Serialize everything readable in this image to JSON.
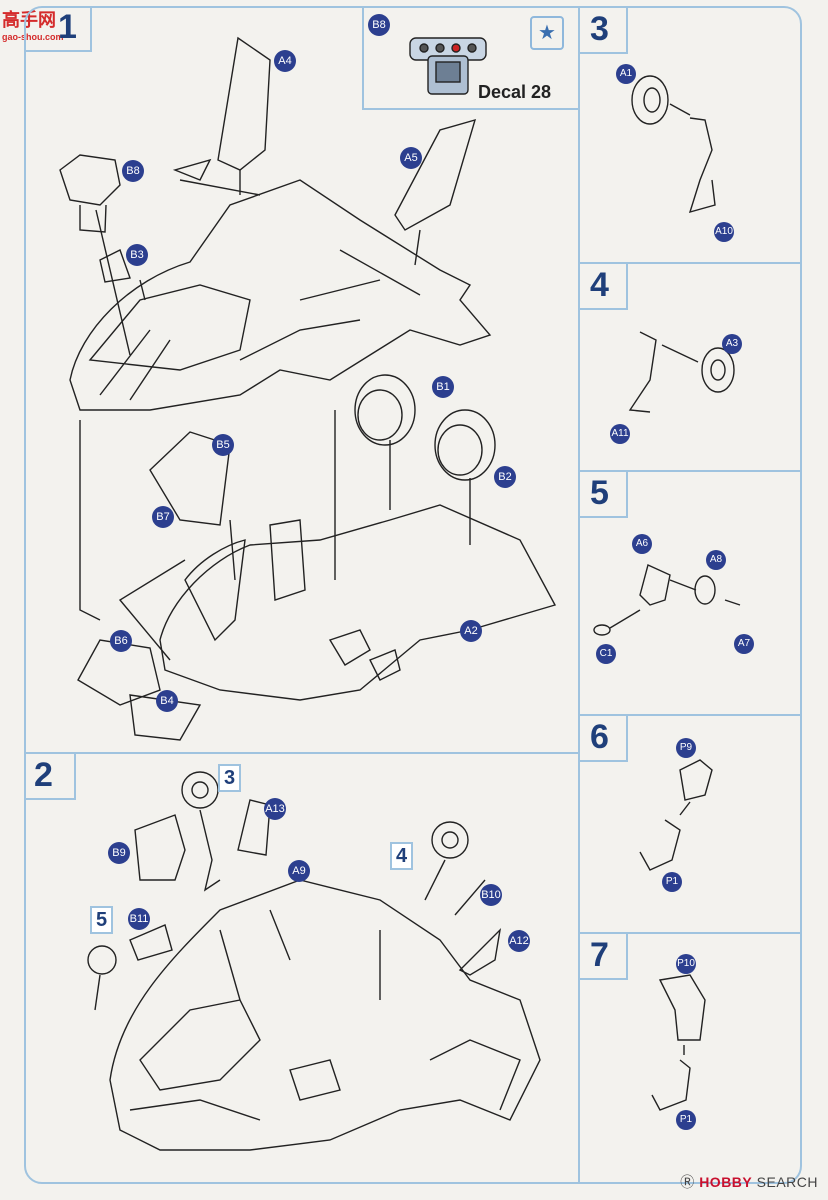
{
  "watermark_top_left": {
    "text": "高手网",
    "sub": "gao-shou.com"
  },
  "watermark_bottom_right": {
    "brand": "HOBBY",
    "suffix": "SEARCH",
    "mark": "Ⓡ"
  },
  "steps": {
    "s1": "1",
    "s2": "2",
    "s3": "3",
    "s4": "4",
    "s5": "5",
    "s6": "6",
    "s7": "7"
  },
  "decal_box": {
    "part": "B8",
    "label": "Decal 28",
    "star": "★"
  },
  "step1_parts": [
    "A4",
    "B8",
    "B3",
    "A5",
    "B1",
    "B5",
    "B2",
    "B7",
    "A2",
    "B6",
    "B4"
  ],
  "step2_parts": [
    "3",
    "A13",
    "B9",
    "A9",
    "4",
    "B10",
    "5",
    "B11",
    "A12"
  ],
  "step3_parts": [
    "A1",
    "A10"
  ],
  "step4_parts": [
    "A3",
    "A11"
  ],
  "step5_parts": [
    "A6",
    "A8",
    "A7",
    "C1"
  ],
  "step6_parts": [
    "P9",
    "P1"
  ],
  "step7_parts": [
    "P10",
    "P1"
  ],
  "colors": {
    "frame": "#9fc3df",
    "tag": "#2c3f8f",
    "step": "#1f3f7a"
  }
}
